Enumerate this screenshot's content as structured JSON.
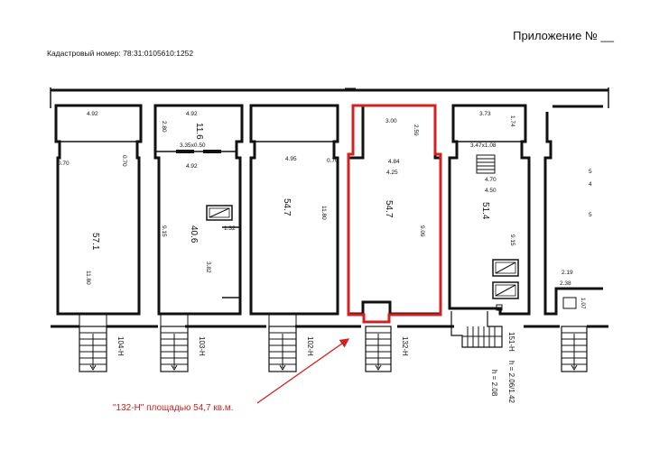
{
  "header": {
    "appendix": "Приложение № __",
    "cadastral": "Кадастровый номер: 78:31:0105610:1252"
  },
  "units": [
    {
      "id": "104-Н",
      "area": "57.1",
      "dims": [
        "4.92",
        "0.70",
        "0.70",
        "11.80"
      ]
    },
    {
      "id": "103-Н",
      "area": "40.6",
      "dims": [
        "4.92",
        "2.80",
        "3.35x0.50",
        "4.92",
        "9.15",
        "1.32",
        "3.82",
        "11.6"
      ]
    },
    {
      "id": "102-Н",
      "area": "54.7",
      "dims": [
        "4.95",
        "0.70",
        "11.80"
      ]
    },
    {
      "id": "132-Н",
      "area": "54.7",
      "dims": [
        "3.00",
        "2.59",
        "4.84",
        "4.25",
        "9.09"
      ]
    },
    {
      "id": "151-Н",
      "area": "51.4",
      "dims": [
        "3.73",
        "1.74",
        "3.47x1.08",
        "4.70",
        "4.50",
        "9.15"
      ]
    }
  ],
  "right_partial": {
    "dims": [
      "2.19",
      "2.38",
      "1.07",
      "5",
      "4",
      "5"
    ]
  },
  "heights": {
    "h1": "h = 2.06/1.42",
    "h2": "h = 2.08"
  },
  "callout": {
    "text": "\"132-Н\" площадью 54,7 кв.м."
  },
  "colors": {
    "highlight": "#d42020",
    "ink": "#111111"
  }
}
